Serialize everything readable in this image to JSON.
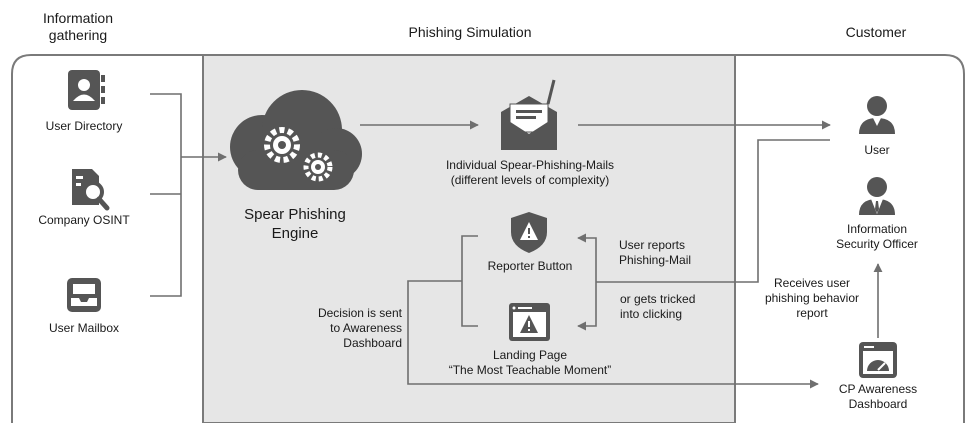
{
  "headers": {
    "info_gathering": [
      "Information",
      "gathering"
    ],
    "phishing_simulation": "Phishing Simulation",
    "customer": "Customer"
  },
  "sources": {
    "user_directory": "User Directory",
    "company_osint": "Company OSINT",
    "user_mailbox": "User Mailbox"
  },
  "engine": [
    "Spear Phishing",
    "Engine"
  ],
  "mails": [
    "Individual Spear-Phishing-Mails",
    "(different levels of complexity)"
  ],
  "reporter_button": "Reporter Button",
  "landing_page": [
    "Landing Page",
    "“The Most Teachable Moment”"
  ],
  "user_reports": [
    "User reports",
    "Phishing-Mail"
  ],
  "tricked": [
    "or gets tricked",
    "into clicking"
  ],
  "decision": [
    "Decision is sent",
    "to Awareness",
    "Dashboard"
  ],
  "customer": {
    "user": "User",
    "iso": [
      "Information",
      "Security Officer"
    ],
    "receives": [
      "Receives user",
      "phishing behavior",
      "report"
    ],
    "dashboard": [
      "CP Awareness",
      "Dashboard"
    ]
  },
  "colors": {
    "icon": "#555555",
    "line": "#6f6f6f",
    "panel_fill": "#e6e6e6",
    "panel_border": "#7a7a7a"
  }
}
